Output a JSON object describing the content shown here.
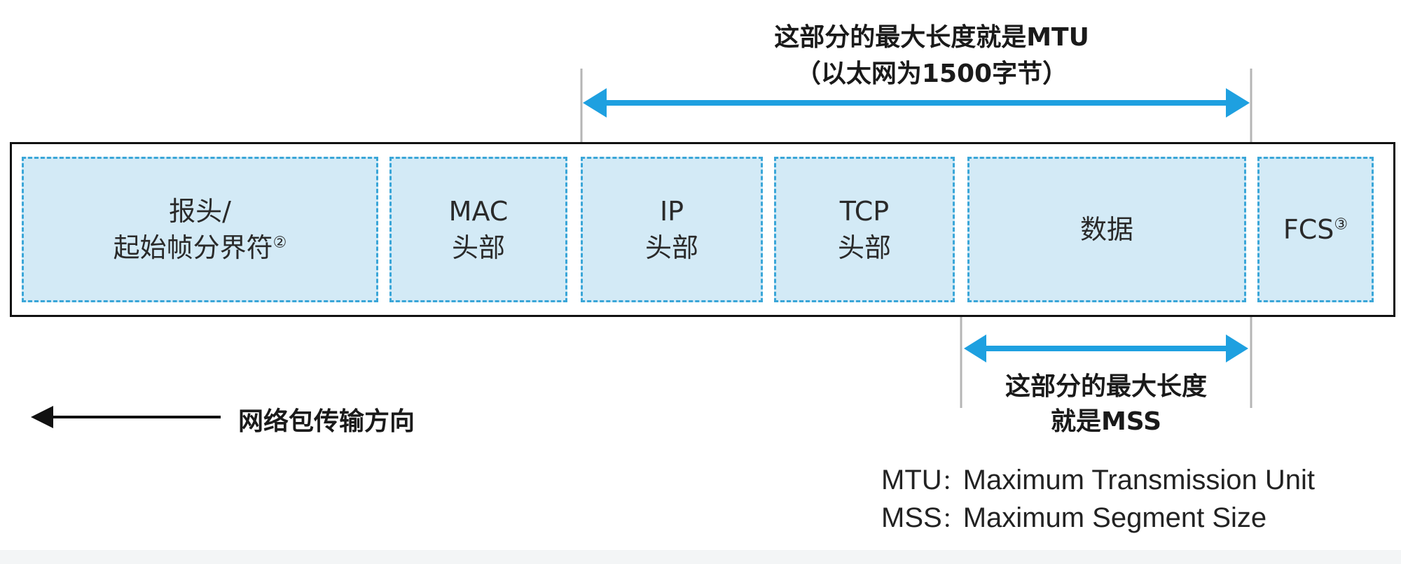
{
  "mtu_label": {
    "line1": "这部分的最大长度就是MTU",
    "line2": "（以太网为1500字节）"
  },
  "mss_label": {
    "line1": "这部分的最大长度",
    "line2": "就是MSS"
  },
  "segments": [
    {
      "line1": "报头/",
      "line2": "起始帧分界符",
      "note": "②"
    },
    {
      "line1": "MAC",
      "line2": "头部",
      "note": ""
    },
    {
      "line1": "IP",
      "line2": "头部",
      "note": ""
    },
    {
      "line1": "TCP",
      "line2": "头部",
      "note": ""
    },
    {
      "line1": "数据",
      "line2": "",
      "note": ""
    },
    {
      "line1": "FCS",
      "line2": "",
      "note": "③"
    }
  ],
  "direction": {
    "text": "网络包传输方向"
  },
  "legend": {
    "mtu": {
      "abbr": "MTU",
      "sep": "：",
      "full": "Maximum Transmission Unit"
    },
    "mss": {
      "abbr": "MSS",
      "sep": "：",
      "full": "Maximum Segment Size"
    }
  },
  "colors": {
    "arrow_blue": "#1ea0e0",
    "segment_fill": "#d3eaf6",
    "segment_border": "#3aa6d8",
    "frame_border": "#111111",
    "bracket_gray": "#b5b5b5"
  }
}
